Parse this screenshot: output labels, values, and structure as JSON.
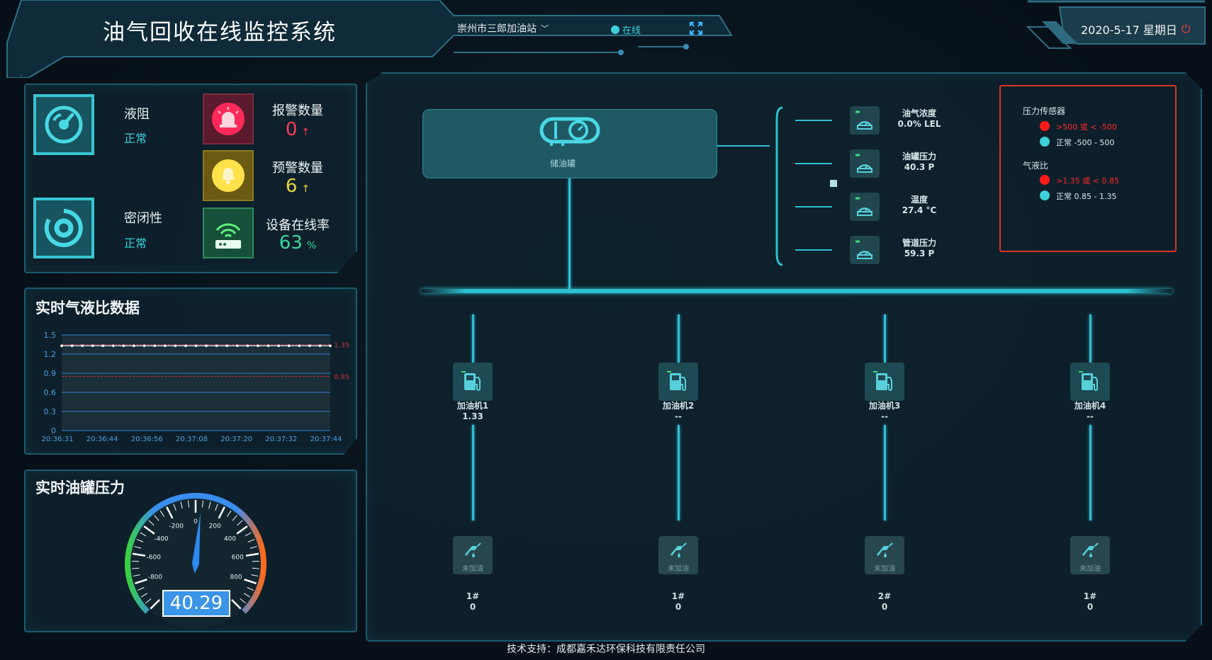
{
  "header": {
    "title": "油气回收在线监控系统",
    "station": "崇州市三郎加油站",
    "status": "在线",
    "datetime": "2020-5-17 星期日"
  },
  "status_cards": {
    "liquid_resistance": {
      "label": "液阻",
      "status": "正常"
    },
    "tightness": {
      "label": "密闭性",
      "status": "正常"
    },
    "alarm": {
      "label": "报警数量",
      "value": "0",
      "arrow": "↑"
    },
    "warning": {
      "label": "预警数量",
      "value": "6",
      "arrow": "↑"
    },
    "online_rate": {
      "label": "设备在线率",
      "value": "63",
      "unit": "%"
    }
  },
  "ratio_panel": {
    "title": "实时气液比数据",
    "chart_data": {
      "type": "line",
      "x": [
        "20:36:31",
        "20:36:44",
        "20:36:56",
        "20:37:08",
        "20:37:20",
        "20:37:32",
        "20:37:44"
      ],
      "y_ticks": [
        "0",
        "0.3",
        "0.6",
        "0.9",
        "1.2",
        "1.5"
      ],
      "ylim": [
        0,
        1.5
      ],
      "upper_ref": {
        "value": 1.35,
        "label": "1.35"
      },
      "lower_ref": {
        "value": 0.85,
        "label": "0.85"
      },
      "series": [
        {
          "values": [
            1.33,
            1.33,
            1.33,
            1.33,
            1.33,
            1.33,
            1.33,
            1.33,
            1.33,
            1.33,
            1.33,
            1.33,
            1.33,
            1.33,
            1.33,
            1.33,
            1.33,
            1.33,
            1.33,
            1.33,
            1.33,
            1.33,
            1.33,
            1.33,
            1.33,
            1.33,
            1.33
          ]
        }
      ]
    }
  },
  "pressure_panel": {
    "title": "实时油罐压力",
    "gauge": {
      "value": 40.29,
      "display": "40.29",
      "min": -1000,
      "max": 1000,
      "ticks": [
        "-800",
        "-600",
        "-400",
        "-200",
        "0",
        "200",
        "400",
        "600",
        "800"
      ]
    }
  },
  "tank": {
    "label": "储油罐"
  },
  "sensors": [
    {
      "name": "油气浓度",
      "value": "0.0% LEL"
    },
    {
      "name": "油罐压力",
      "value": "40.3 P"
    },
    {
      "name": "温度",
      "value": "27.4 °C"
    },
    {
      "name": "管道压力",
      "value": "59.3 P"
    }
  ],
  "legend": {
    "pressure_title": "压力传感器",
    "pressure_alarm": ">500 或 < -500",
    "pressure_normal": "正常 -500 - 500",
    "ratio_title": "气液比",
    "ratio_alarm": ">1.35 或 < 0.85",
    "ratio_normal": "正常 0.85 - 1.35",
    "colors": {
      "alarm": "#ff1a1a",
      "normal": "#3cd0d8",
      "border": "#e0321e"
    }
  },
  "dispensers": [
    {
      "name": "加油机1",
      "value": "1.33",
      "nozzle": "未加油",
      "pump": "1#",
      "pump_value": "0"
    },
    {
      "name": "加油机2",
      "value": "--",
      "nozzle": "未加油",
      "pump": "1#",
      "pump_value": "0"
    },
    {
      "name": "加油机3",
      "value": "--",
      "nozzle": "未加油",
      "pump": "2#",
      "pump_value": "0"
    },
    {
      "name": "加油机4",
      "value": "--",
      "nozzle": "未加油",
      "pump": "1#",
      "pump_value": "0"
    }
  ],
  "footer": {
    "text": "技术支持：成都嘉禾达环保科技有限责任公司"
  }
}
